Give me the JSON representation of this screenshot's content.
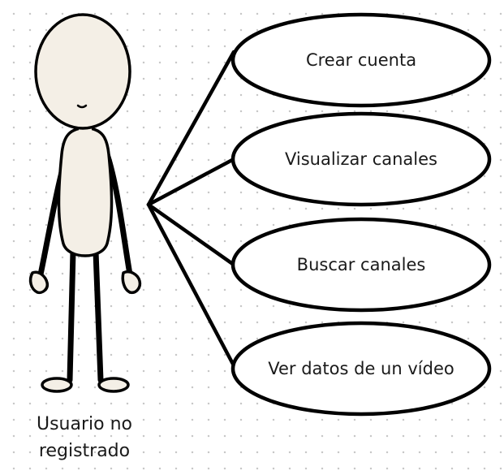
{
  "actor": {
    "label_line1": "Usuario no",
    "label_line2": "registrado"
  },
  "use_cases": [
    {
      "label": "Crear cuenta"
    },
    {
      "label": "Visualizar canales"
    },
    {
      "label": "Buscar canales"
    },
    {
      "label": "Ver datos de un vídeo"
    }
  ]
}
